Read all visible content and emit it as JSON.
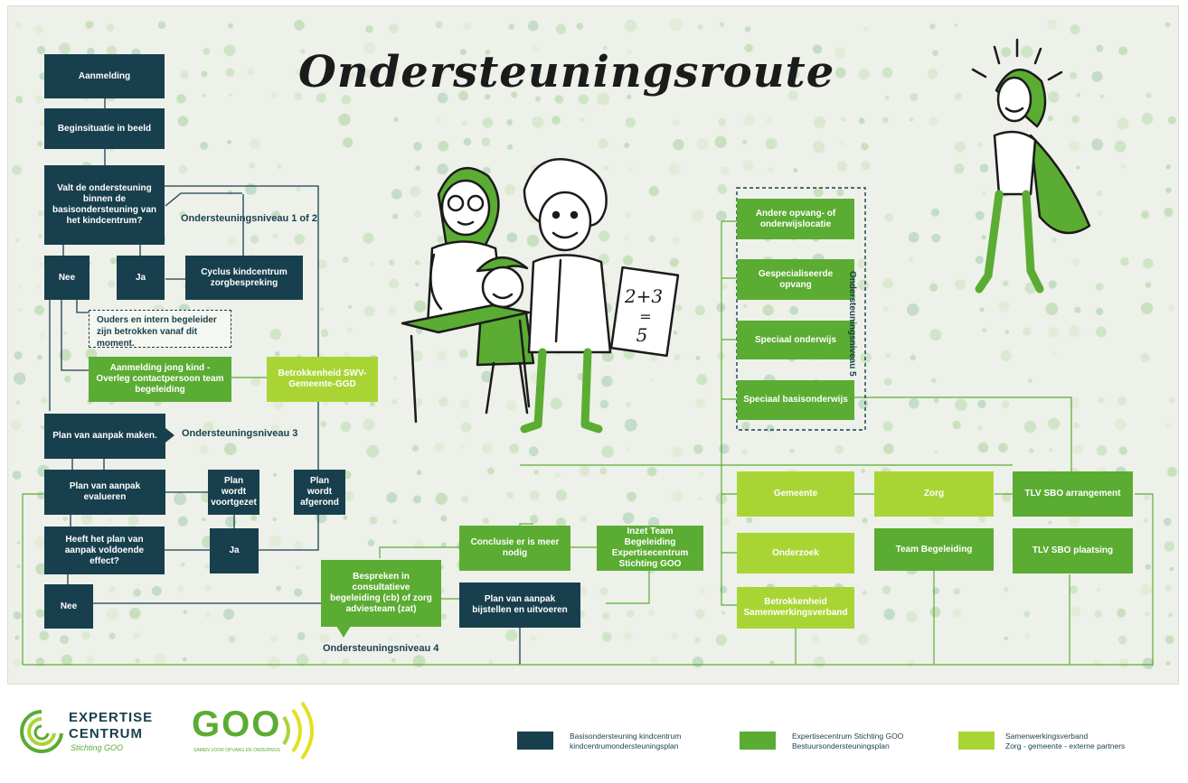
{
  "title": "Ondersteuningsroute",
  "boxes": {
    "aanmelding": "Aanmelding",
    "beginsituatie": "Beginsituatie in beeld",
    "valt": "Valt de ondersteuning binnen de basisondersteuning van het kindcentrum?",
    "nee1": "Nee",
    "ja1": "Ja",
    "cyclus": "Cyclus kindcentrum zorgbespreking",
    "ouders": "Ouders en intern begeleider zijn betrokken vanaf dit moment.",
    "aanmelding_jong": "Aanmelding jong kind - Overleg contactpersoon team begeleiding",
    "betrokkenheid_swv": "Betrokkenheid SWV-Gemeente-GGD",
    "plan_maken": "Plan van aanpak maken.",
    "plan_evalueren": "Plan van aanpak evalueren",
    "plan_voortgezet": "Plan wordt voortgezet",
    "plan_afgerond": "Plan wordt afgerond",
    "heeft_effect": "Heeft het plan van aanpak voldoende effect?",
    "ja2": "Ja",
    "nee2": "Nee",
    "bespreken": "Bespreken in consultatieve begeleiding (cb) of zorg adviesteam (zat)",
    "conclusie": "Conclusie er is meer nodig",
    "plan_bijstellen": "Plan van aanpak bijstellen en uitvoeren",
    "inzet": "Inzet Team Begeleiding Expertisecentrum Stichting GOO",
    "andere_opvang": "Andere opvang- of onderwijslocatie",
    "gespecialiseerde": "Gespecialiseerde opvang",
    "speciaal_onderwijs": "Speciaal onderwijs",
    "speciaal_basis": "Speciaal basisonderwijs",
    "gemeente": "Gemeente",
    "onderzoek": "Onderzoek",
    "betrokkenheid_sv": "Betrokkenheid Samenwerkingsverband",
    "zorg": "Zorg",
    "team_begeleiding": "Team Begeleiding",
    "tlv_arrangement": "TLV SBO arrangement",
    "tlv_plaatsing": "TLV SBO plaatsing"
  },
  "labels": {
    "niveau12": "Ondersteuningsniveau 1 of 2",
    "niveau3": "Ondersteuningsniveau 3",
    "niveau4": "Ondersteuningsniveau 4",
    "niveau5": "Ondersteuningsniveau 5"
  },
  "legend": [
    {
      "line1": "Basisondersteuning kindcentrum",
      "line2": "kindcentrumondersteuningsplan",
      "color": "#183f4d"
    },
    {
      "line1": "Expertisecentrum Stichting GOO",
      "line2": "Bestuursondersteuningsplan",
      "color": "#5bac32"
    },
    {
      "line1": "Samenwerkingsverband",
      "line2": "Zorg - gemeente - externe partners",
      "color": "#a9d534"
    }
  ],
  "logos": {
    "expertise_line1": "EXPERTISE",
    "expertise_line2": "CENTRUM",
    "expertise_line3": "Stichting GOO",
    "goo": "GOO",
    "goo_tag": "SAMEN VOOR OPVANG EN ONDERWIJS"
  },
  "worksheet": {
    "line1": "2+3",
    "line2": "=",
    "line3": "5"
  },
  "colors": {
    "dark": "#183f4d",
    "mid": "#5bac32",
    "light": "#a9d534"
  }
}
